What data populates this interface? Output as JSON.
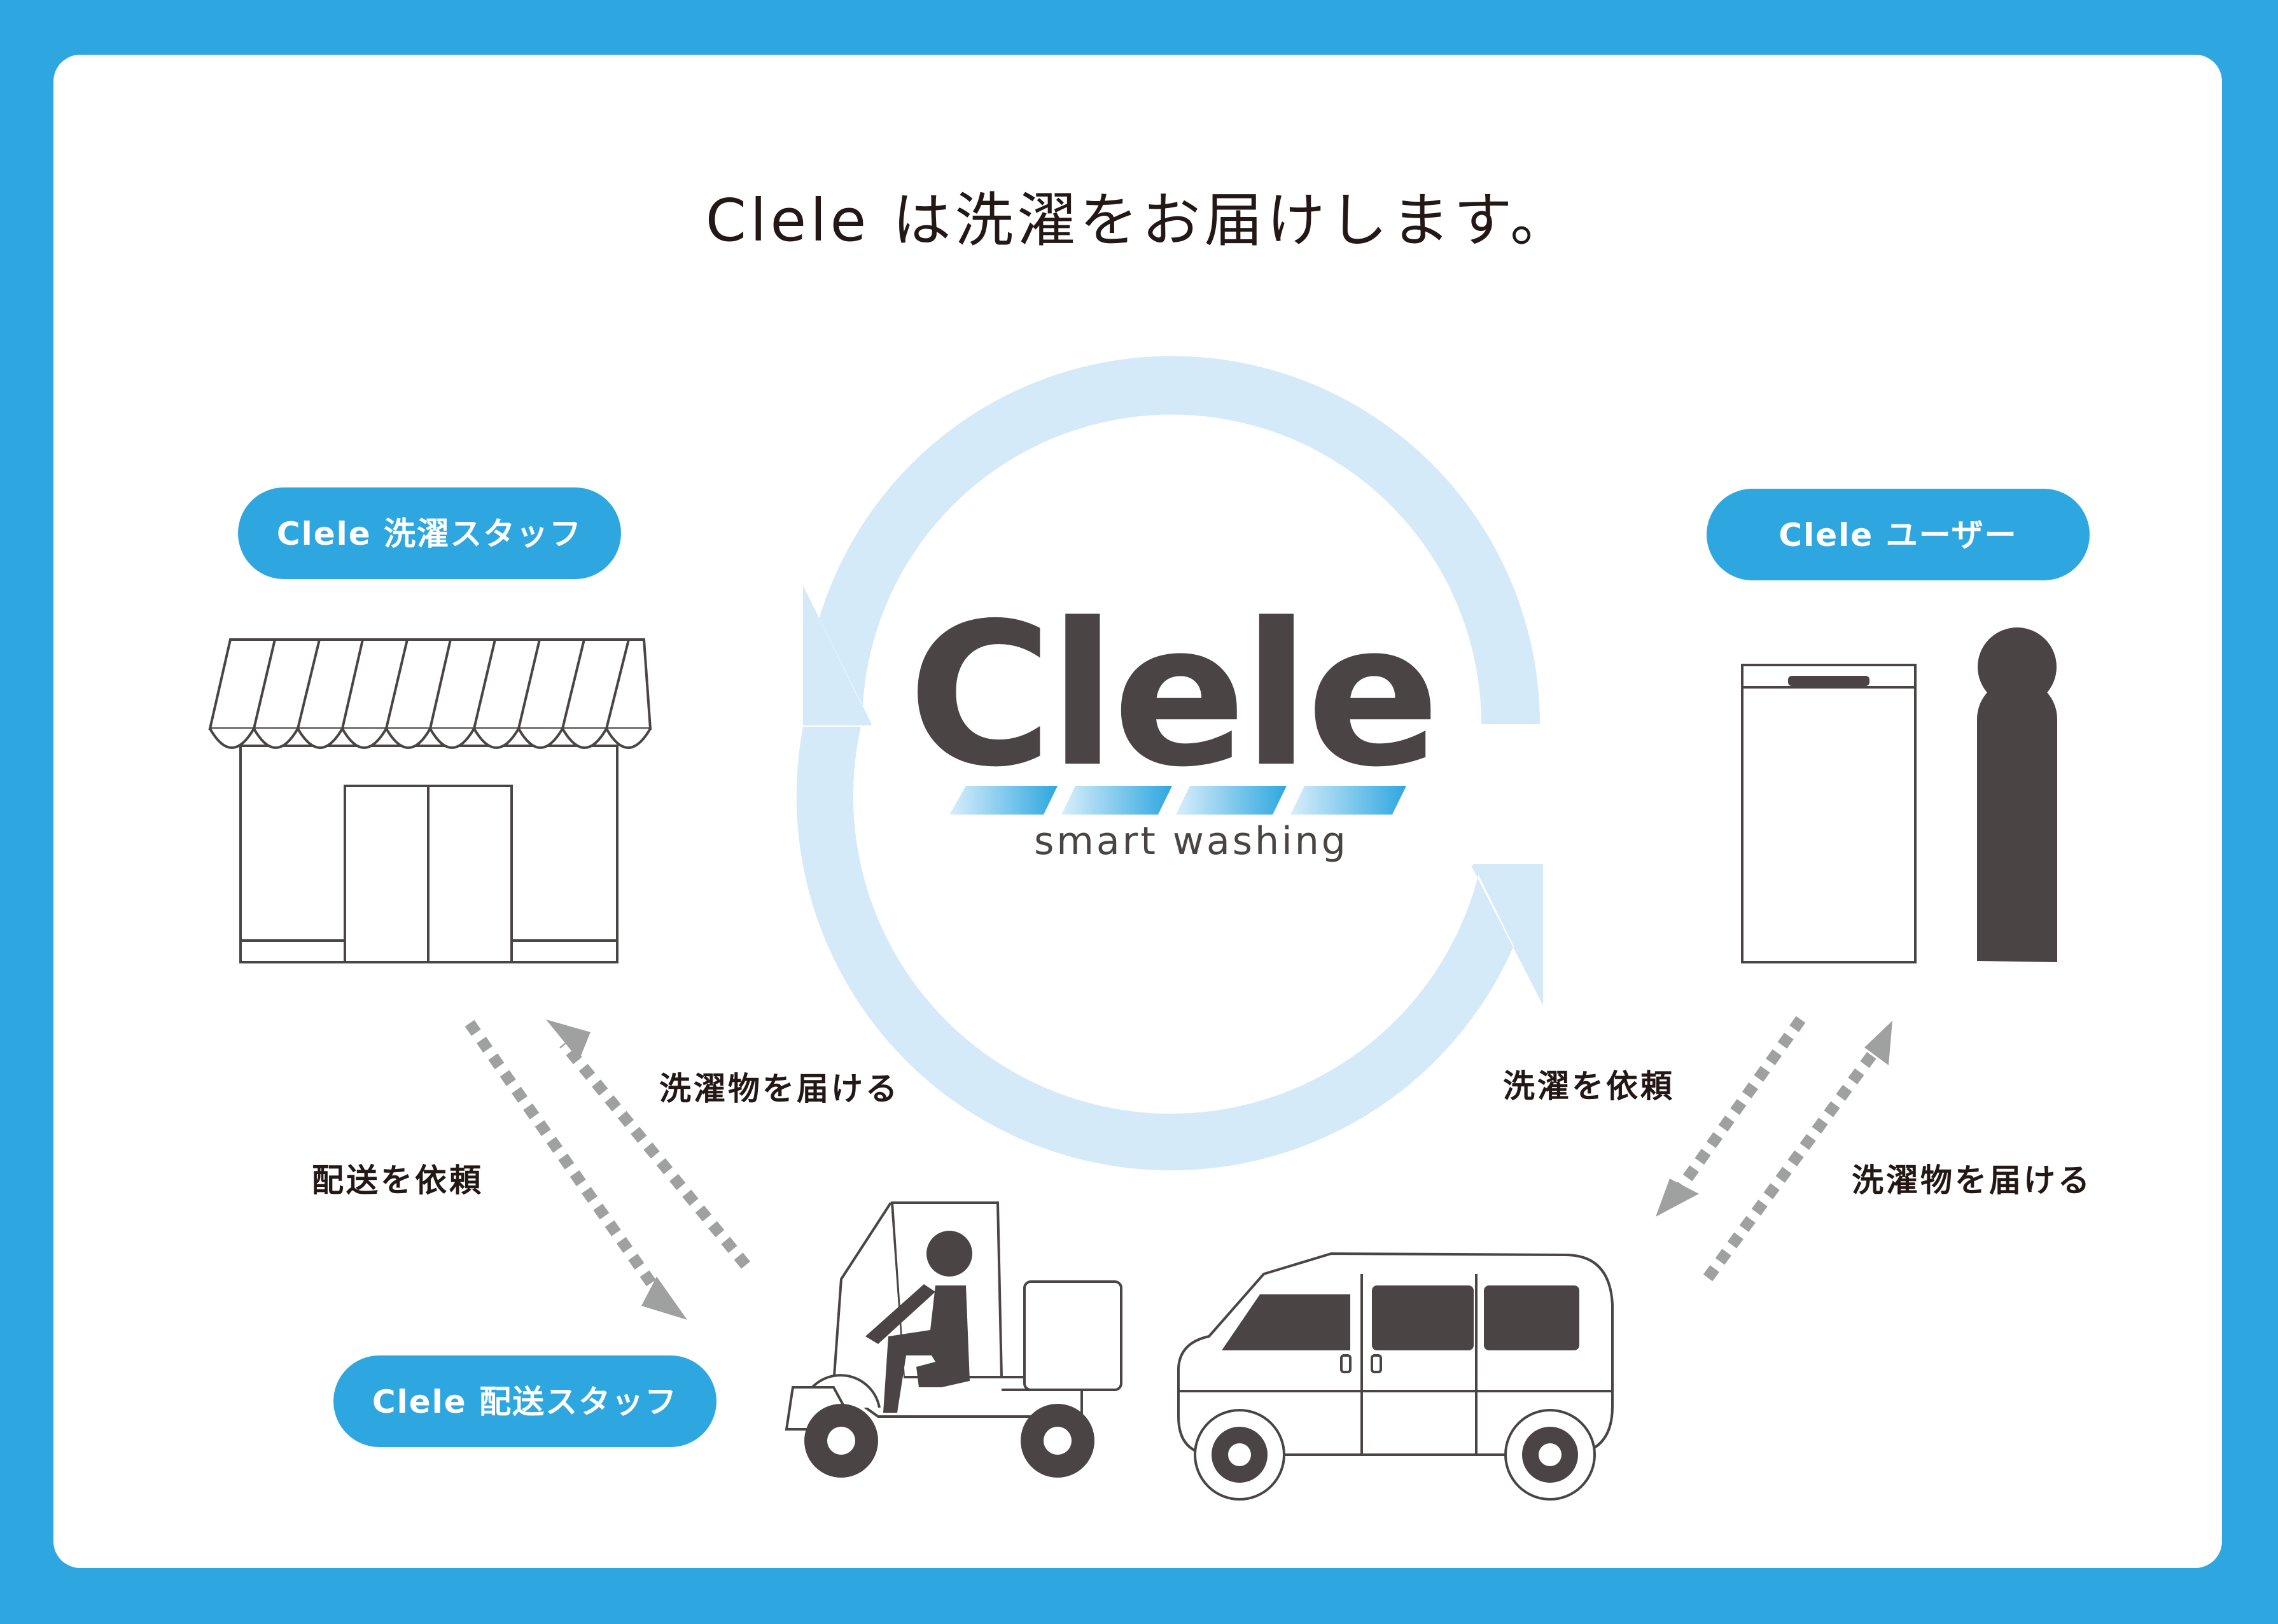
{
  "title": "Clele は洗濯をお届けします。",
  "logo": {
    "wordmark": "Clele",
    "tagline": "smart washing"
  },
  "nodes": {
    "laundry_staff": "Clele 洗濯スタッフ",
    "user": "Clele ユーザー",
    "delivery_staff": "Clele 配送スタッフ"
  },
  "edges": {
    "deliver_laundry_left": "洗濯物を届ける",
    "request_delivery": "配送を依頼",
    "request_laundry": "洗濯を依頼",
    "deliver_laundry_right": "洗濯物を届ける"
  },
  "icons": [
    "shop-icon",
    "locker-icon",
    "person-icon",
    "delivery-trike-icon",
    "van-icon",
    "cycle-arrow-icon"
  ],
  "colors": {
    "brand_blue": "#2EA7E0",
    "cycle_light_blue": "#D5EAF8",
    "ink": "#4A4544",
    "arrow_gray": "#9FA0A0"
  }
}
